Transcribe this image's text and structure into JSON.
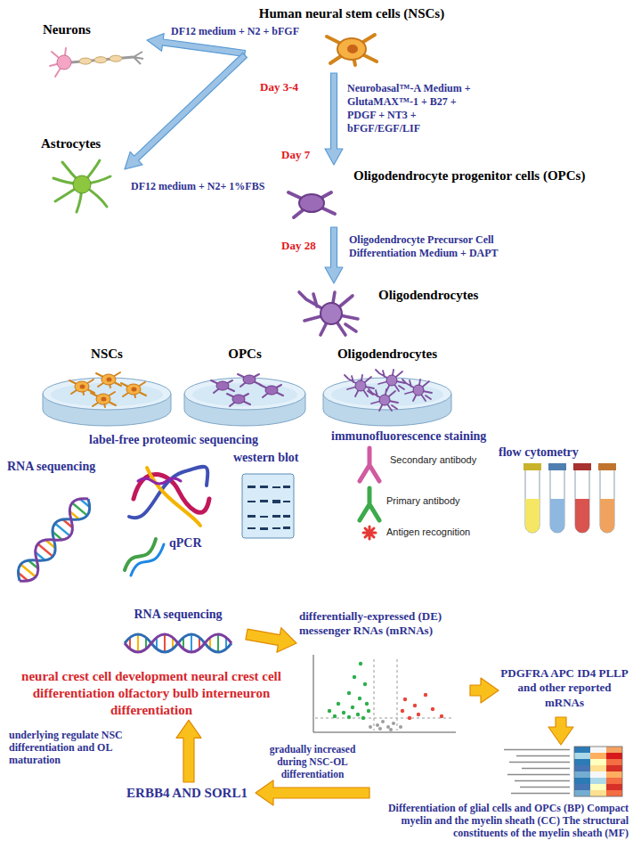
{
  "diagram": {
    "nodes": [
      {
        "text": [
          "Human neural stem cells (NSCs)"
        ]
      },
      {
        "text": [
          "Neurons"
        ]
      },
      {
        "text": [
          "Astrocytes"
        ]
      },
      {
        "text": [
          "Oligodendrocyte progenitor cells (OPCs)"
        ]
      },
      {
        "text": [
          "Oligodendrocytes"
        ]
      },
      {
        "text": [
          "NSCs"
        ]
      },
      {
        "text": [
          "OPCs"
        ]
      },
      {
        "text": [
          "Oligodendrocytes"
        ]
      },
      {
        "text": [
          "RNA sequencing"
        ]
      },
      {
        "text": [
          "differentially-expressed (DE) messenger RNAs (mRNAs)"
        ]
      },
      {
        "text": [
          "PDGFRA APC ID4 PLLP and other reported mRNAs"
        ]
      },
      {
        "text": [
          "Differentiation of glial cells and OPCs (BP) Compact myelin and the myelin sheath (CC) The structural constituents of the myelin sheath (MF)"
        ]
      },
      {
        "text": [
          "ERBB4 AND SORL1"
        ]
      },
      {
        "text": [
          "neural crest cell development neural crest cell differentiation olfactory bulb interneuron differentiation"
        ]
      }
    ],
    "edges": [
      {
        "from": 0,
        "to": 1,
        "arrow": "to",
        "label": "DF12 medium + N2 + bFGF"
      },
      {
        "from": 0,
        "to": 2,
        "arrow": "to",
        "label": "DF12 medium + N2+ 1%FBS"
      },
      {
        "from": 0,
        "to": 3,
        "arrow": "to",
        "label": "Neurobasal™-A Medium + GlutaMAX™-1 + B27 + PDGF + NT3 + bFGF/EGF/LIF"
      },
      {
        "from": 3,
        "to": 4,
        "arrow": "to",
        "label": "Oligodendrocyte Precursor Cell Differentiation Medium + DAPT"
      },
      {
        "from": 8,
        "to": 9,
        "arrow": "to"
      },
      {
        "from": 9,
        "to": 10,
        "arrow": "to"
      },
      {
        "from": 10,
        "to": 11,
        "arrow": "to"
      },
      {
        "from": 11,
        "to": 12,
        "arrow": "to",
        "label": "gradually increased during NSC-OL differentiation"
      },
      {
        "from": 12,
        "to": 13,
        "arrow": "to",
        "label": "underlying regulate NSC differentiation and OL maturation"
      }
    ],
    "labels": [
      "Day 3-4",
      "Day 7",
      "Day 28",
      "RNA sequencing",
      "label-free proteomic sequencing",
      "qPCR",
      "western blot",
      "immunofluorescence staining",
      "Secondary antibody",
      "Primary antibody",
      "Antigen recognition",
      "flow cytometry"
    ]
  }
}
